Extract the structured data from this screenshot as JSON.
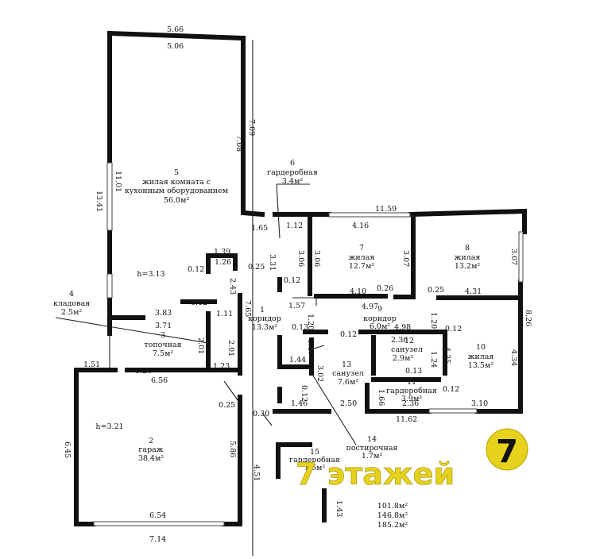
{
  "watermark": {
    "text": "7 этажей",
    "logo_digit": "7",
    "color": "#e6d21c"
  },
  "rooms": [
    {
      "id": "r5",
      "num": "5",
      "name1": "жилая комната с",
      "name2": "кухонным оборудованием",
      "area": "56.0м²"
    },
    {
      "id": "r6",
      "num": "6",
      "name1": "гардеробная",
      "area": "3.4м²"
    },
    {
      "id": "r7",
      "num": "7",
      "name1": "жилая",
      "area": "12.7м²"
    },
    {
      "id": "r8",
      "num": "8",
      "name1": "жилая",
      "area": "13.2м²"
    },
    {
      "id": "r4",
      "num": "4",
      "name1": "кладовая",
      "area": "2.5м²"
    },
    {
      "id": "r1",
      "num": "1",
      "name1": "коридор",
      "area": "13.3м²"
    },
    {
      "id": "r9",
      "num": "9",
      "name1": "коридор",
      "area": "6.0м²"
    },
    {
      "id": "r3",
      "num": "3",
      "name1": "топочная",
      "area": "7.5м²"
    },
    {
      "id": "r12",
      "num": "12",
      "name1": "санузел",
      "area": "2.9м²"
    },
    {
      "id": "r10",
      "num": "10",
      "name1": "жилая",
      "area": "13.5м²"
    },
    {
      "id": "r13",
      "num": "13",
      "name1": "санузел",
      "area": "7.6м²"
    },
    {
      "id": "r11",
      "num": "11",
      "name1": "гардеробная",
      "area": "3.9м²"
    },
    {
      "id": "r2",
      "num": "2",
      "name1": "гараж",
      "area": "38.4м²"
    },
    {
      "id": "r14",
      "num": "14",
      "name1": "постирочная",
      "area": "1.7м²"
    },
    {
      "id": "r15",
      "num": "15",
      "name1": "гардеробная",
      "area": "1.6м²"
    }
  ],
  "heights": [
    "h=3.13",
    "h=3.21"
  ],
  "dimensions": [
    "5.66",
    "5.06",
    "7.08",
    "7.09",
    "11.01",
    "13.41",
    "1.65",
    "1.12",
    "4.16",
    "11.59",
    "3.31",
    "3.06",
    "3.06",
    "3.07",
    "3.07",
    "1.39",
    "1.26",
    "0.25",
    "0.12",
    "2.43",
    "0.12",
    "4.10",
    "0.26",
    "0.25",
    "4.31",
    "4.97",
    "1.57",
    "7.65",
    "3.83",
    "3.71",
    "0.12",
    "1.11",
    "1.20",
    "1.20",
    "8.26",
    "0.13",
    "0.12",
    "4.98",
    "0.12",
    "2.36",
    "2.01",
    "2.01",
    "1.17",
    "4.35",
    "1.24",
    "0.13",
    "4.34",
    "1.51",
    "0.26",
    "1.23",
    "1.44",
    "3.02",
    "6.56",
    "0.12",
    "1.66",
    "0.12",
    "0.25",
    "0.30",
    "1.46",
    "2.50",
    "2.36",
    "3.10",
    "11.62",
    "6.45",
    "5.86",
    "4.51",
    "6.54",
    "7.14",
    "1.43"
  ],
  "totals": [
    "101.8м²",
    "146.8м²",
    "185.2м²"
  ]
}
